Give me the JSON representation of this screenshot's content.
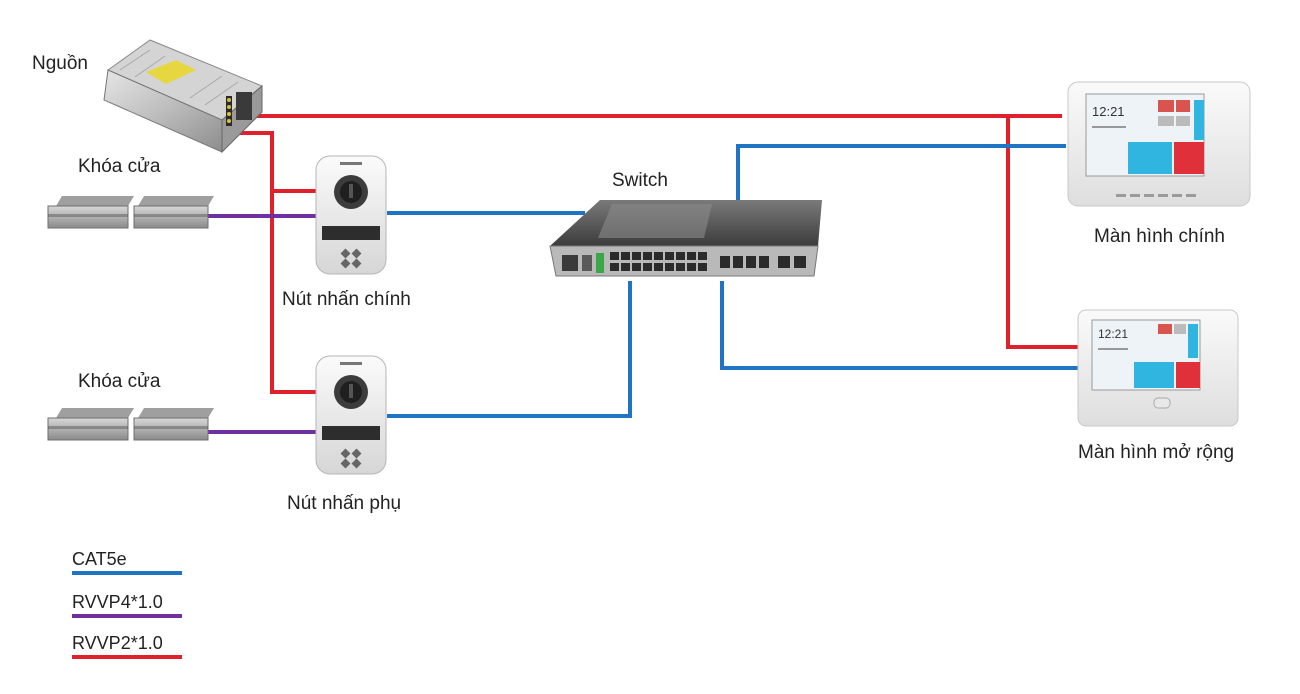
{
  "labels": {
    "power_supply": "Nguồn",
    "door_lock_1": "Khóa cửa",
    "door_lock_2": "Khóa cửa",
    "switch": "Switch",
    "main_button": "Nút nhấn chính",
    "sub_button": "Nút nhấn phụ",
    "main_monitor": "Màn hình chính",
    "ext_monitor": "Màn hình mở rộng"
  },
  "legend": [
    {
      "label": "CAT5e",
      "color": "#1f75c4"
    },
    {
      "label": "RVVP4*1.0",
      "color": "#7030a0"
    },
    {
      "label": "RVVP2*1.0",
      "color": "#e0202a"
    }
  ],
  "monitor_clock": "12:21",
  "icons": {
    "power": "power-supply-icon",
    "lock": "magnetic-lock-icon",
    "station": "door-station-icon",
    "switch": "network-switch-icon",
    "monitor": "indoor-monitor-icon"
  }
}
